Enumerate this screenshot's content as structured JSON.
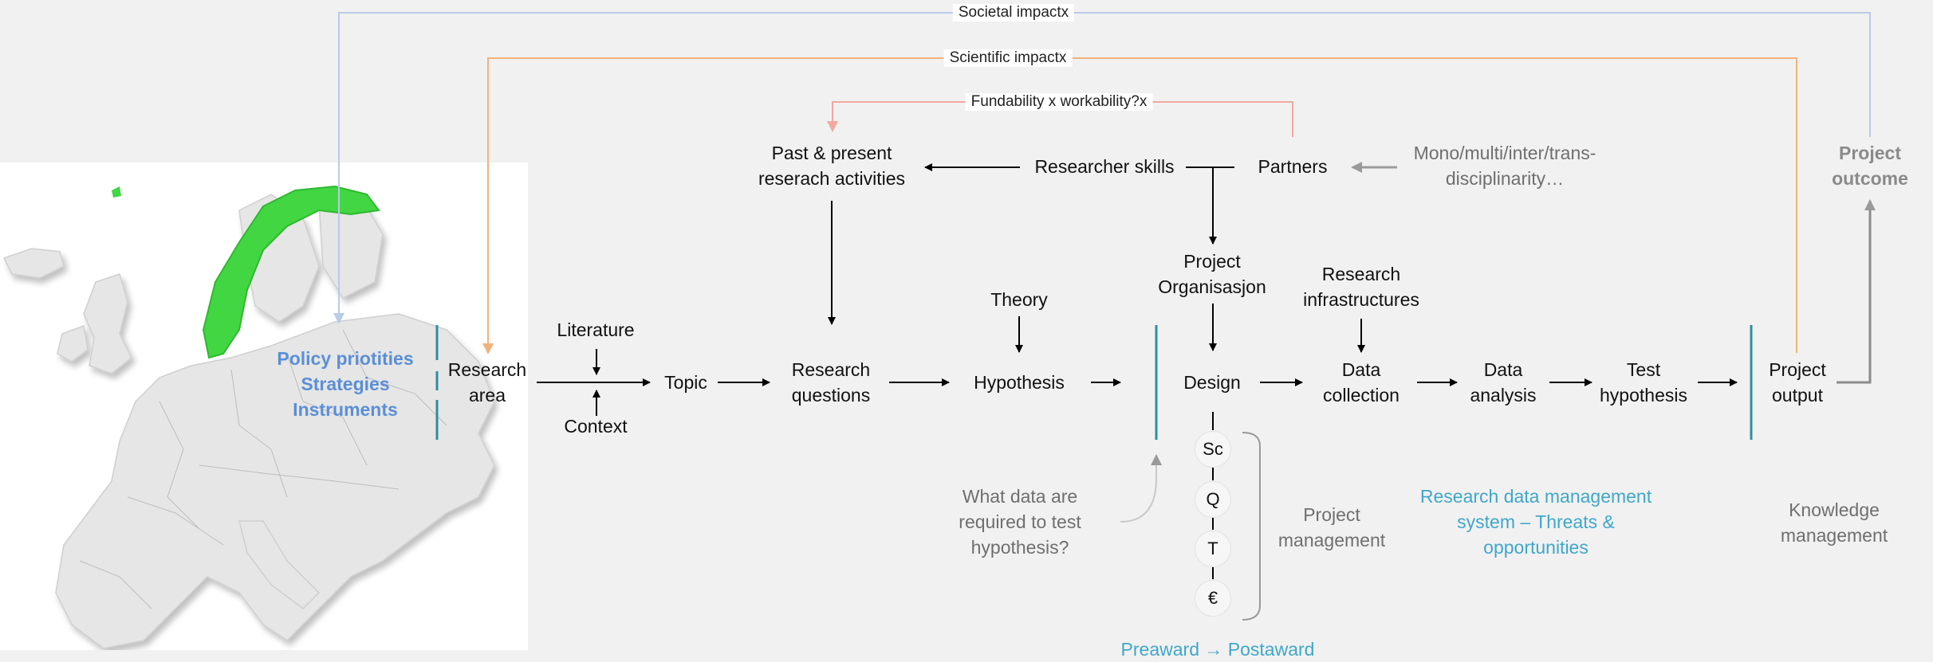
{
  "top_lines": {
    "societal": "Societal impactx",
    "scientific": "Scientific impactx",
    "fundability": "Fundability x workability?x"
  },
  "map_labels": [
    "Policy priotities",
    "Strategies",
    "Instruments"
  ],
  "nodes": {
    "research_area": [
      "Research",
      "area"
    ],
    "literature": "Literature",
    "context": "Context",
    "topic": "Topic",
    "research_questions": [
      "Research",
      "questions"
    ],
    "past_present": [
      "Past & present",
      "reserach activities"
    ],
    "researcher_skills": "Researcher skills",
    "partners": "Partners",
    "disciplinarity": [
      "Mono/multi/inter/trans-",
      "disciplinarity…"
    ],
    "project_outcome": [
      "Project",
      "outcome"
    ],
    "theory": "Theory",
    "hypothesis": "Hypothesis",
    "project_organisasjon": [
      "Project",
      "Organisasjon"
    ],
    "design": "Design",
    "research_infrastructures": [
      "Research",
      "infrastructures"
    ],
    "data_collection": [
      "Data",
      "collection"
    ],
    "data_analysis": [
      "Data",
      "analysis"
    ],
    "test_hypothesis": [
      "Test",
      "hypothesis"
    ],
    "project_output": [
      "Project",
      "output"
    ],
    "what_data": [
      "What data are",
      "required to test",
      "hypothesis?"
    ],
    "project_management": [
      "Project",
      "management"
    ],
    "rdm": [
      "Research data management",
      "system – Threats &",
      "opportunities"
    ],
    "knowledge_management": [
      "Knowledge",
      "management"
    ],
    "preaward": "Preaward → Postaward"
  },
  "circles": [
    "Sc",
    "Q",
    "T",
    "€"
  ],
  "colors": {
    "societal_line": "#b8cbe8",
    "scientific_line": "#f0b27a",
    "fundability_line": "#f2a8a0",
    "teal_bar": "#2f8f9b",
    "norway_green": "#3dd63d",
    "blue_text": "#5b8fd6",
    "teal_text": "#3fa7c9"
  }
}
